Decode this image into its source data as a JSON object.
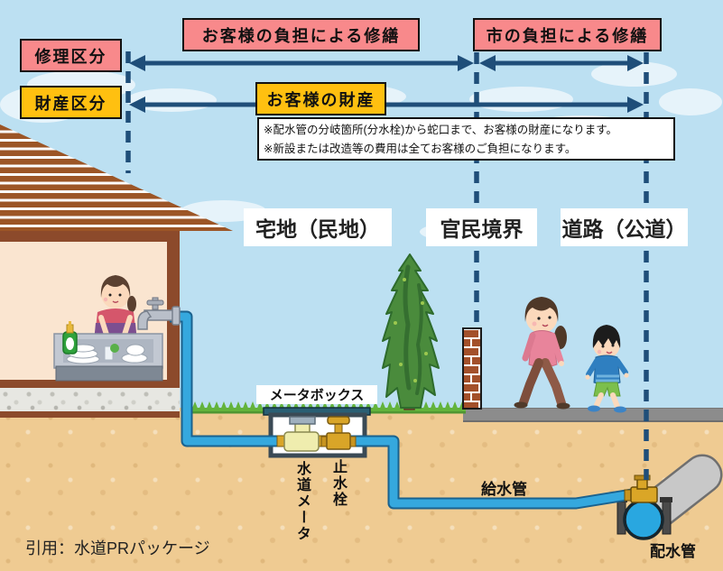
{
  "banners": {
    "repair_category": "修理区分",
    "property_category": "財産区分",
    "customer_repair": "お客様の負担による修繕",
    "city_repair": "市の負担による修繕",
    "customer_property": "お客様の財産"
  },
  "note": {
    "line1": "※配水管の分岐箇所(分水栓)から蛇口まで、お客様の財産になります。",
    "line2": "※新設または改造等の費用は全てお客様のご負担になります。"
  },
  "zones": {
    "private_land": "宅地（民地）",
    "boundary": "官民境界",
    "public_road": "道路（公道）"
  },
  "equipment": {
    "meter_box": "メータボックス",
    "water_meter": "水道メータ",
    "stop_valve": "止水栓",
    "supply_pipe": "給水管",
    "distribution_pipe": "配水管"
  },
  "citation": "引用：水道PRパッケージ",
  "colors": {
    "banner_pink": "#F8898B",
    "banner_gold": "#FFC010",
    "annotation_navy": "#1F4E79",
    "pipe_blue": "#35A8DE",
    "sky_blue": "#BCE0F2",
    "ground_tan": "#EFCB92",
    "grass_green": "#63B33C",
    "road_gray": "#8C8C8C"
  }
}
